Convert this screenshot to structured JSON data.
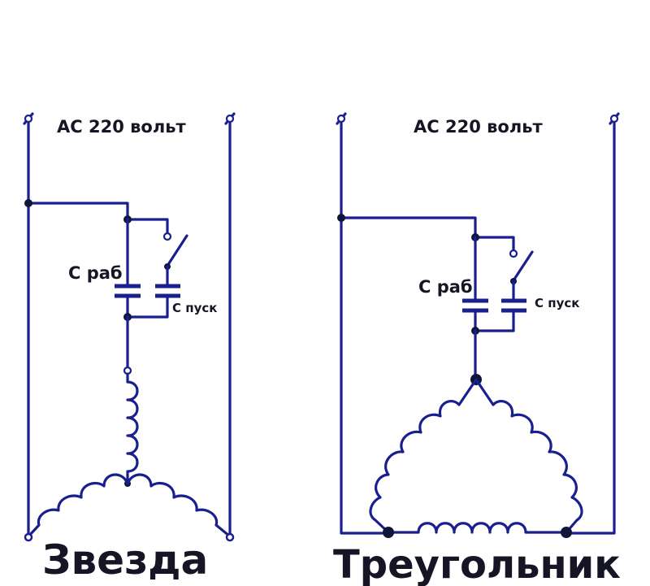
{
  "diagrams": {
    "star": {
      "supply_label": "AC 220 вольт",
      "cap_run_label": "С раб",
      "cap_start_label": "С пуск",
      "title": "Звезда"
    },
    "delta": {
      "supply_label": "AC 220 вольт",
      "cap_run_label": "С раб",
      "cap_start_label": "С пуск",
      "title": "Треугольник"
    }
  },
  "colors": {
    "wire": "#1a1f8f",
    "text": "#151525"
  }
}
